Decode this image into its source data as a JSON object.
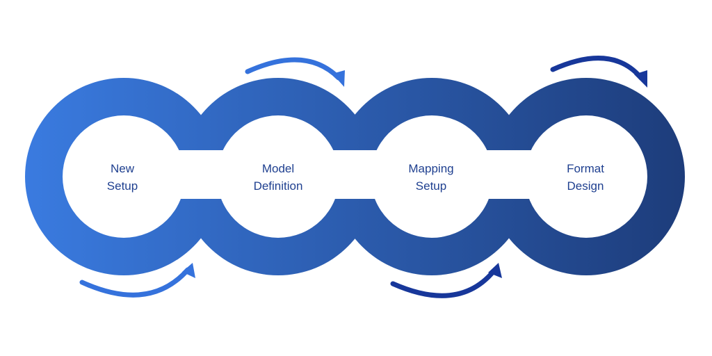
{
  "steps": [
    {
      "line1": "New",
      "line2": "Setup"
    },
    {
      "line1": "Model",
      "line2": "Definition"
    },
    {
      "line1": "Mapping",
      "line2": "Setup"
    },
    {
      "line1": "Format",
      "line2": "Design"
    }
  ],
  "colors": {
    "gradient_start": "#3a7be0",
    "gradient_end": "#1d3c7a",
    "text": "#1e3f8f",
    "arrow_light": "#3572dc",
    "arrow_dark": "#17379a"
  }
}
